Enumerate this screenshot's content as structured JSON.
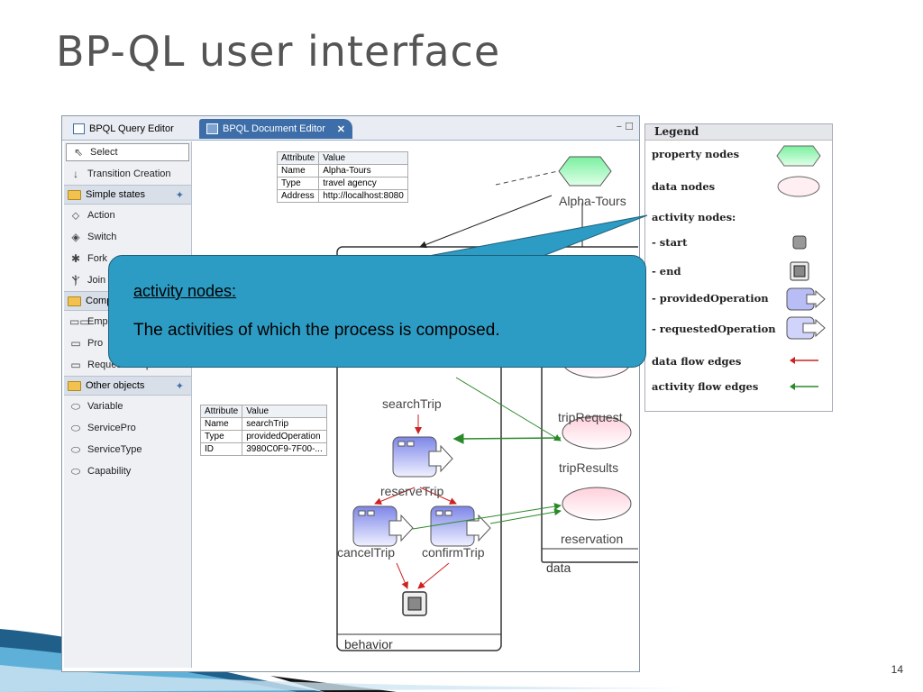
{
  "slide": {
    "title": "BP-QL user interface",
    "page_number": "14"
  },
  "tabs": [
    {
      "label": "BPQL Query Editor",
      "active": false
    },
    {
      "label": "BPQL Document Editor",
      "active": true
    }
  ],
  "window_controls": "− ☐",
  "palette": {
    "select": "Select",
    "transition": "Transition Creation",
    "drawers": {
      "simple_states": "Simple states",
      "composite": "Comp",
      "other_objects": "Other objects"
    },
    "simple_items": [
      "Action",
      "Switch",
      "Fork",
      "Join"
    ],
    "composite_items": [
      "Emp",
      "Pro",
      "Requested Operation"
    ],
    "other_items": [
      "Variable",
      "ServicePro",
      "ServiceType",
      "Capability"
    ]
  },
  "attr_table_top": {
    "headers": [
      "Attribute",
      "Value"
    ],
    "rows": [
      [
        "Name",
        "Alpha-Tours"
      ],
      [
        "Type",
        "travel agency"
      ],
      [
        "Address",
        "http://localhost:8080"
      ]
    ]
  },
  "attr_table_mid": {
    "headers": [
      "Attribute",
      "Value"
    ],
    "rows": [
      [
        "Name",
        "searchTrip"
      ],
      [
        "Type",
        "providedOperation"
      ],
      [
        "ID",
        "3980C0F9-7F00-..."
      ]
    ]
  },
  "graph": {
    "alpha_tours": "Alpha-Tours",
    "search_trip": "searchTrip",
    "reserve_trip": "reserveTrip",
    "cancel_trip": "cancelTrip",
    "confirm_trip": "confirmTrip",
    "trip_request": "tripRequest",
    "trip_results": "tripResults",
    "reservation": "reservation",
    "behavior": "behavior",
    "data": "data"
  },
  "legend": {
    "title": "Legend",
    "property_nodes": "property nodes",
    "data_nodes": "data nodes",
    "activity_nodes": "activity nodes:",
    "start": "- start",
    "end": "- end",
    "provided": "- providedOperation",
    "requested": "- requestedOperation",
    "data_flow": "data flow edges",
    "activity_flow": "activity flow edges"
  },
  "callout": {
    "title": "activity nodes:",
    "text": "The activities of which the process is composed."
  },
  "colors": {
    "tab_active": "#3d6ea9",
    "callout": "#2d9cc4",
    "property_node": "#b6f5c8",
    "data_node": "#ffe4ea",
    "data_edge": "#cc2222",
    "activity_edge": "#2a8a2a"
  }
}
